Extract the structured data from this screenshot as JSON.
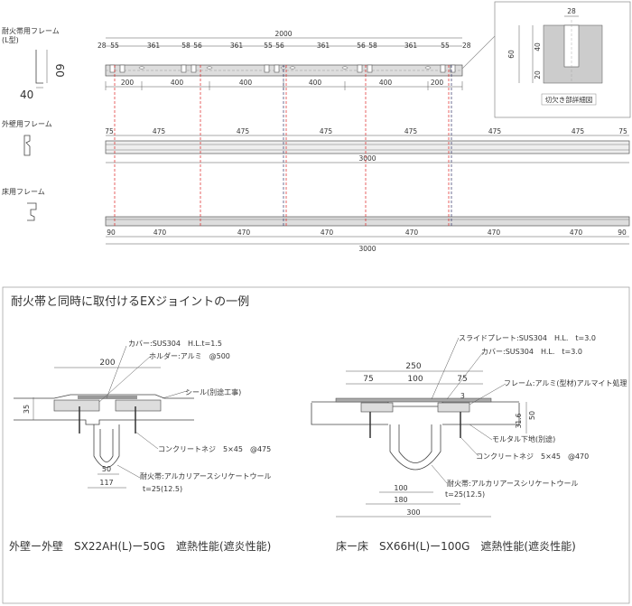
{
  "profiles": {
    "fire_frame_label": "耐火帯用フレーム",
    "fire_frame_sub": "(L型)",
    "fire_frame_h": "60",
    "fire_frame_w": "40",
    "wall_frame_label": "外壁用フレーム",
    "floor_frame_label": "床用フレーム"
  },
  "fire_frame_row": {
    "total": "2000",
    "top_dims": [
      "28",
      "55",
      "361",
      "58",
      "56",
      "361",
      "55",
      "56",
      "361",
      "56",
      "58",
      "361",
      "55",
      "28"
    ],
    "bottom_dims": [
      "200",
      "400",
      "400",
      "400",
      "400",
      "200"
    ]
  },
  "detail": {
    "caption": "切欠き部詳細図",
    "width": "28",
    "height": "60",
    "upper": "40",
    "lower": "20"
  },
  "wall_frame_row": {
    "dims": [
      "75",
      "475",
      "475",
      "475",
      "475",
      "475",
      "475",
      "75"
    ],
    "total": "3000"
  },
  "floor_frame_row": {
    "dims": [
      "90",
      "470",
      "470",
      "470",
      "470",
      "470",
      "470",
      "90"
    ],
    "total": "3000"
  },
  "section_title": "耐火帯と同時に取付けるEXジョイントの一例",
  "left_example": {
    "caption": "外壁ー外壁　SX22AH(L)ー50G　遮熱性能(遮炎性能)",
    "dims": {
      "top": "200",
      "height": "35",
      "inner": "50",
      "bottom": "117"
    },
    "labels": {
      "cover": "カバー:SUS304　H.L.t=1.5",
      "holder": "ホルダー:アルミ　@500",
      "seal": "シール(別途工事)",
      "screw": "コンクリートネジ　5×45　@475",
      "band": "耐火帯:アルカリアースシリケートウール",
      "band_t": "t=25(12.5)"
    }
  },
  "right_example": {
    "caption": "床ー床　SX66H(L)ー100G　遮熱性能(遮炎性能)",
    "dims": {
      "top": "250",
      "l": "75",
      "m": "100",
      "r": "75",
      "three": "3",
      "h316": "31.6",
      "h50": "50",
      "b100": "100",
      "b180": "180",
      "b300": "300"
    },
    "labels": {
      "slide": "スライドプレート:SUS304　H.L.　t=3.0",
      "cover": "カバー:SUS304　H.L.　t=3.0",
      "frame": "フレーム:アルミ(型材)アルマイト処理",
      "mortar": "モルタル下地(別途)",
      "screw": "コンクリートネジ　5×45　@470",
      "band": "耐火帯:アルカリアースシリケートウール",
      "band_t": "t=25(12.5)"
    }
  }
}
